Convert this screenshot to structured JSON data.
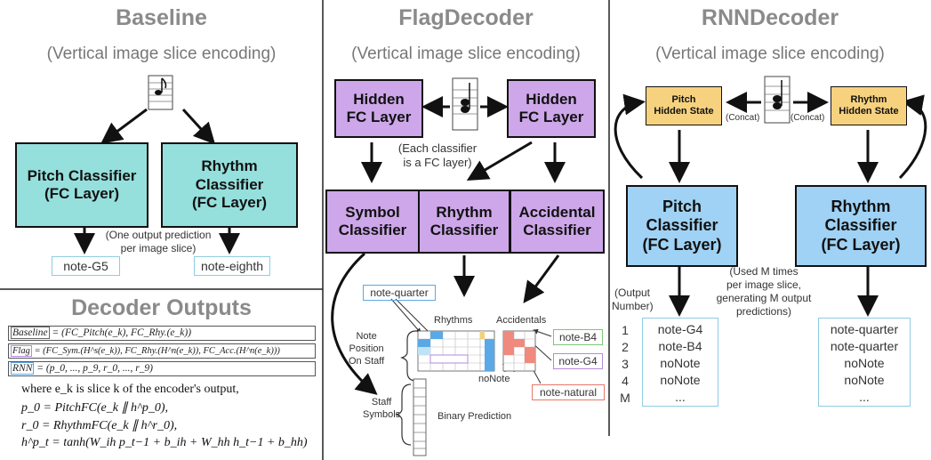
{
  "baseline": {
    "title": "Baseline",
    "subtitle": "(Vertical image slice encoding)",
    "pitch_classifier": "Pitch Classifier\n(FC Layer)",
    "rhythm_classifier": "Rhythm\nClassifier\n(FC Layer)",
    "note": "(One output prediction\nper image slice)",
    "pitch_output": "note-G5",
    "rhythm_output": "note-eighth"
  },
  "decoder_outputs": {
    "title": "Decoder Outputs",
    "eq_baseline_label": "Baseline",
    "eq_baseline": " = (FC_Pitch(e_k), FC_Rhy.(e_k))",
    "eq_flag_label": "Flag",
    "eq_flag": " = (FC_Sym.(H^s(e_k)), FC_Rhy.(H^n(e_k)), FC_Acc.(H^n(e_k)))",
    "eq_rnn_label": "RNN",
    "eq_rnn": " = (p_0, ..., p_9, r_0, ..., r_9)",
    "where": "where e_k is slice k of the encoder's output,",
    "p0": "p_0 = PitchFC(e_k ∥ h^p_0),",
    "r0": "r_0 = RhythmFC(e_k ∥ h^r_0),",
    "ht": "h^p_t = tanh(W_ih p_t−1 + b_ih + W_hh h_t−1 + b_hh)"
  },
  "flag": {
    "title": "FlagDecoder",
    "subtitle": "(Vertical image slice encoding)",
    "hidden_left": "Hidden\nFC Layer",
    "hidden_right": "Hidden\nFC Layer",
    "each_note": "(Each classifier\nis a FC layer)",
    "symbol": "Symbol\nClassifier",
    "rhythm": "Rhythm\nClassifier",
    "accidental": "Accidental\nClassifier",
    "note_quarter": "note-quarter",
    "rhythms_label": "Rhythms",
    "accidentals_label": "Accidentals",
    "note_position": "Note\nPosition\nOn Staff",
    "note_b4": "note-B4",
    "note_g4": "note-G4",
    "no_note": "noNote",
    "note_natural": "note-natural",
    "staff_symbols": "Staff\nSymbols",
    "binary_prediction": "Binary Prediction"
  },
  "rnn": {
    "title": "RNNDecoder",
    "subtitle": "(Vertical image slice encoding)",
    "pitch_hidden": "Pitch\nHidden State",
    "rhythm_hidden": "Rhythm\nHidden State",
    "concat_left": "(Concat)",
    "concat_right": "(Concat)",
    "pitch_classifier": "Pitch Classifier\n(FC Layer)",
    "rhythm_classifier": "Rhythm\nClassifier\n(FC Layer)",
    "used_note": "(Used M times\nper image slice,\ngenerating M output\npredictions)",
    "output_number_label": "(Output\nNumber)",
    "output_numbers": [
      "1",
      "2",
      "3",
      "4",
      "M"
    ],
    "pitch_outputs": [
      "note-G4",
      "note-B4",
      "noNote",
      "noNote",
      "..."
    ],
    "rhythm_outputs": [
      "note-quarter",
      "note-quarter",
      "noNote",
      "noNote",
      "..."
    ]
  }
}
